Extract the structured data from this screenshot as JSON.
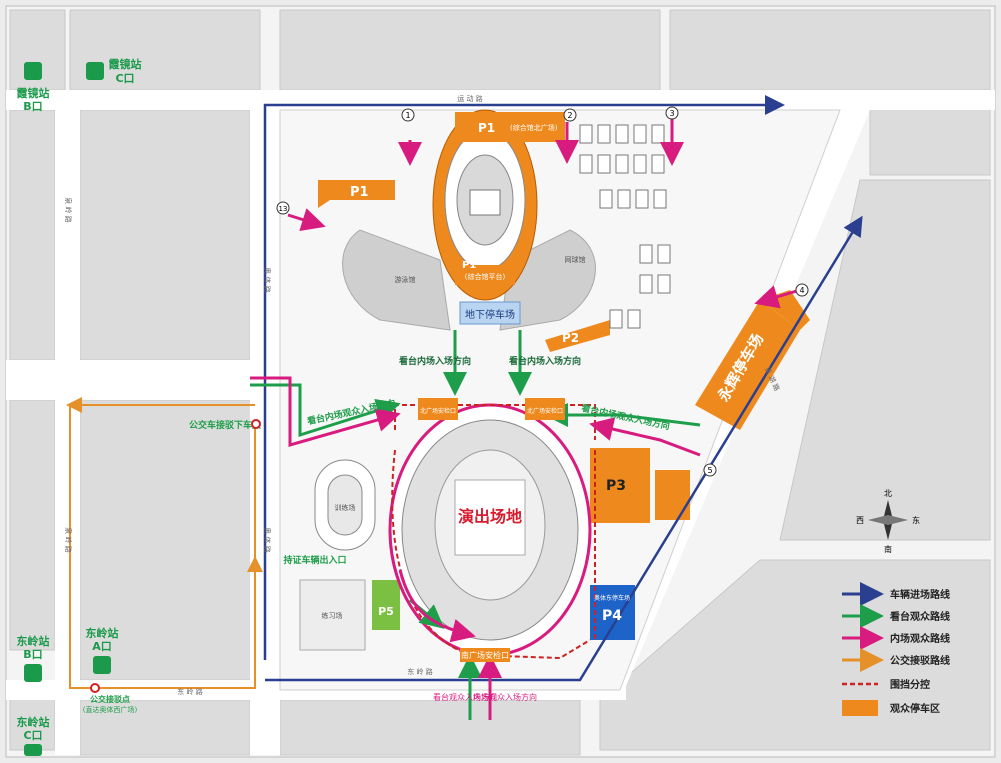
{
  "colors": {
    "vehicle": "#2a3f8f",
    "stand": "#1e9e4a",
    "field": "#d81b7f",
    "bus": "#e6902a",
    "parking": "#ee8a1d",
    "barrier": "#cc2222",
    "station": "#1a9a4a",
    "road": "#ffffff",
    "block": "#d6d6d6"
  },
  "stations": {
    "xiajing_b": {
      "name": "霞镜站",
      "exit": "B口"
    },
    "xiajing_c": {
      "name": "霞镜站",
      "exit": "C口"
    },
    "dongling_b": {
      "name": "东岭站",
      "exit": "B口"
    },
    "dongling_a": {
      "name": "东岭站",
      "exit": "A口"
    },
    "dongling_c": {
      "name": "东岭站",
      "exit": "C口"
    }
  },
  "roads": {
    "north": "运 动 路",
    "west": "奥 体 路",
    "west2": "奥 体 路",
    "far_west": "泉 岭 路",
    "far_west2": "泉 岭 路",
    "south": "东 岭 路",
    "south2": "东 岭 路",
    "east": "奥 湖 路"
  },
  "parking": {
    "p1a": "P1",
    "p1a_sub": "(综合馆北广场)",
    "p1b": "P1",
    "p1c": "P1",
    "p1c_sub": "(综合馆平台)",
    "p2": "P2",
    "p3": "P3",
    "p4": "P4",
    "p4_sub": "奥体东停车场",
    "p5": "P5",
    "yonghui": "永辉停车场"
  },
  "labels": {
    "underground": "地下停车场",
    "stage": "演出场地",
    "north_plaza_left": "北广场安检口",
    "north_plaza_right": "北广场安检口",
    "south_plaza": "南广场安检口",
    "bus_dropoff": "公交车接驳下车点",
    "bus_pickup": "公交接驳点",
    "bus_pickup_sub": "(直达奥体西广场)",
    "permit_entry": "持证车辆出入口",
    "stand_entry_left": "看台内场入场方向",
    "stand_entry_right": "看台内场入场方向",
    "stand_field_left": "看台内场观众入场方向",
    "stand_field_right": "看台内场观众入场方向",
    "south_stand_entry": "看台观众入场方向",
    "south_field_entry": "内场观众入场方向",
    "natatorium": "游泳馆",
    "tennis": "网球馆",
    "training": "训练场",
    "practice": "练习场",
    "compass_n": "北",
    "compass_s": "南",
    "compass_e": "东",
    "compass_w": "西",
    "node1": "1",
    "node2": "2",
    "node3": "3",
    "node4": "4",
    "node5": "5",
    "node13": "13"
  },
  "legend": [
    {
      "label": "车辆进场路线",
      "kind": "arrow",
      "color": "#2a3f8f"
    },
    {
      "label": "看台观众路线",
      "kind": "arrow",
      "color": "#1e9e4a"
    },
    {
      "label": "内场观众路线",
      "kind": "arrow",
      "color": "#d81b7f"
    },
    {
      "label": "公交接驳路线",
      "kind": "arrow",
      "color": "#e6902a"
    },
    {
      "label": "围挡分控",
      "kind": "dash",
      "color": "#cc2222"
    },
    {
      "label": "观众停车区",
      "kind": "box",
      "color": "#ee8a1d"
    }
  ]
}
